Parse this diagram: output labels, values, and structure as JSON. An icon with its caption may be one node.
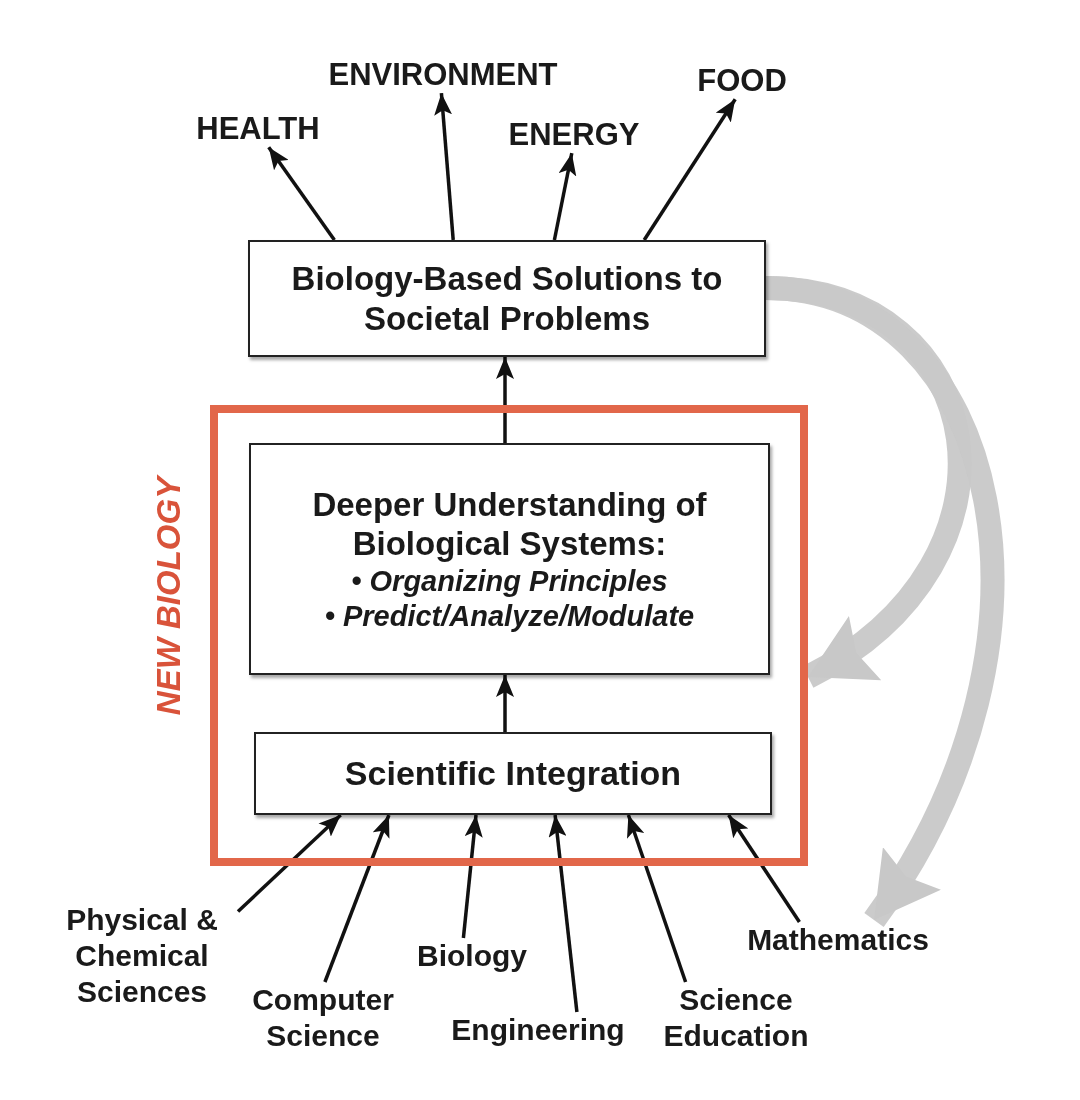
{
  "diagram": {
    "nodes": [
      {
        "text": [
          "HEALTH"
        ]
      },
      {
        "text": [
          "ENVIRONMENT"
        ]
      },
      {
        "text": [
          "ENERGY"
        ]
      },
      {
        "text": [
          "FOOD"
        ]
      },
      {
        "text": [
          "Biology-Based Solutions to Societal Problems"
        ]
      },
      {
        "text": [
          "NEW BIOLOGY"
        ]
      },
      {
        "text": [
          "Deeper Understanding of Biological Systems:",
          "• Organizing Principles",
          "• Predict/Analyze/Modulate"
        ],
        "in": 5
      },
      {
        "text": [
          "Scientific Integration"
        ],
        "in": 5
      },
      {
        "text": [
          "Physical & Chemical Sciences"
        ]
      },
      {
        "text": [
          "Computer Science"
        ]
      },
      {
        "text": [
          "Biology"
        ]
      },
      {
        "text": [
          "Engineering"
        ]
      },
      {
        "text": [
          "Science Education"
        ]
      },
      {
        "text": [
          "Mathematics"
        ]
      }
    ],
    "edges": [
      {
        "from": 4,
        "to": 0,
        "arrow": "to"
      },
      {
        "from": 4,
        "to": 1,
        "arrow": "to"
      },
      {
        "from": 4,
        "to": 2,
        "arrow": "to"
      },
      {
        "from": 4,
        "to": 3,
        "arrow": "to"
      },
      {
        "from": 6,
        "to": 4,
        "arrow": "to"
      },
      {
        "from": 7,
        "to": 6,
        "arrow": "to"
      },
      {
        "from": 8,
        "to": 7,
        "arrow": "to"
      },
      {
        "from": 9,
        "to": 7,
        "arrow": "to"
      },
      {
        "from": 10,
        "to": 7,
        "arrow": "to"
      },
      {
        "from": 11,
        "to": 7,
        "arrow": "to"
      },
      {
        "from": 12,
        "to": 7,
        "arrow": "to"
      },
      {
        "from": 13,
        "to": 7,
        "arrow": "to"
      },
      {
        "from": 4,
        "to": 5,
        "arrow": "to",
        "style": "thick",
        "color": "#c8c8c8"
      },
      {
        "from": 4,
        "to": 13,
        "arrow": "to",
        "style": "thick",
        "color": "#c8c8c8"
      }
    ]
  }
}
